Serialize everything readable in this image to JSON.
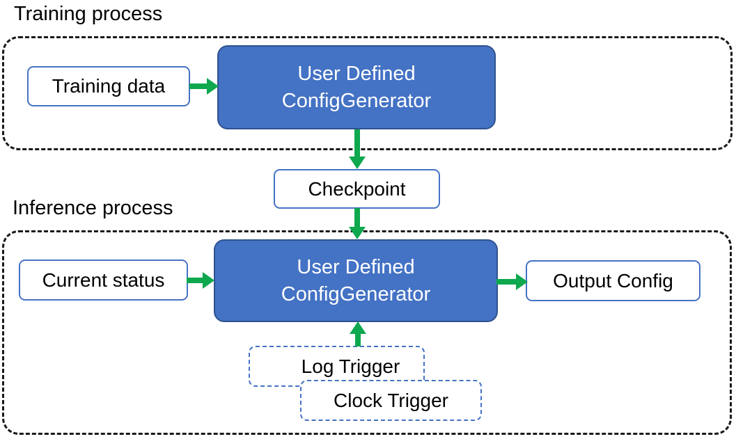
{
  "training": {
    "section_label": "Training process",
    "input_label": "Training data",
    "generator_line1": "User Defined",
    "generator_line2": "ConfigGenerator"
  },
  "checkpoint_label": "Checkpoint",
  "inference": {
    "section_label": "Inference process",
    "input_label": "Current status",
    "generator_line1": "User Defined",
    "generator_line2": "ConfigGenerator",
    "output_label": "Output Config",
    "log_trigger_label": "Log Trigger",
    "clock_trigger_label": "Clock Trigger"
  },
  "colors": {
    "generator_fill": "#4472C4",
    "generator_border": "#2F528F",
    "box_border": "#4472C4",
    "trigger_border": "#4472C4",
    "arrow": "#0EA84E",
    "container_border": "#1A1A1A",
    "text": "#000000",
    "generator_text": "#FFFFFF",
    "background": "#FFFFFF"
  }
}
